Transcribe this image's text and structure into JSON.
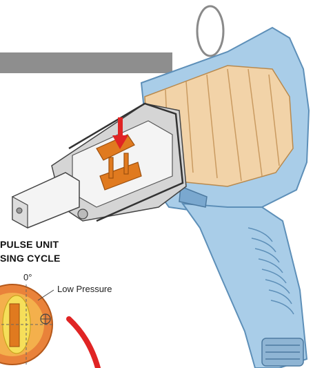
{
  "labels": {
    "caption_line1": "PULSE UNIT",
    "caption_line2": "SING CYCLE",
    "angle": "0°",
    "pressure": "Low Pressure"
  },
  "colors": {
    "body": "#a9cde8",
    "body_edge": "#5d8fb8",
    "motor": "#f2d3a8",
    "orange": "#e07a1f",
    "red": "#e02424",
    "band": "#8e8e8e",
    "yellow": "#f6df5a"
  }
}
